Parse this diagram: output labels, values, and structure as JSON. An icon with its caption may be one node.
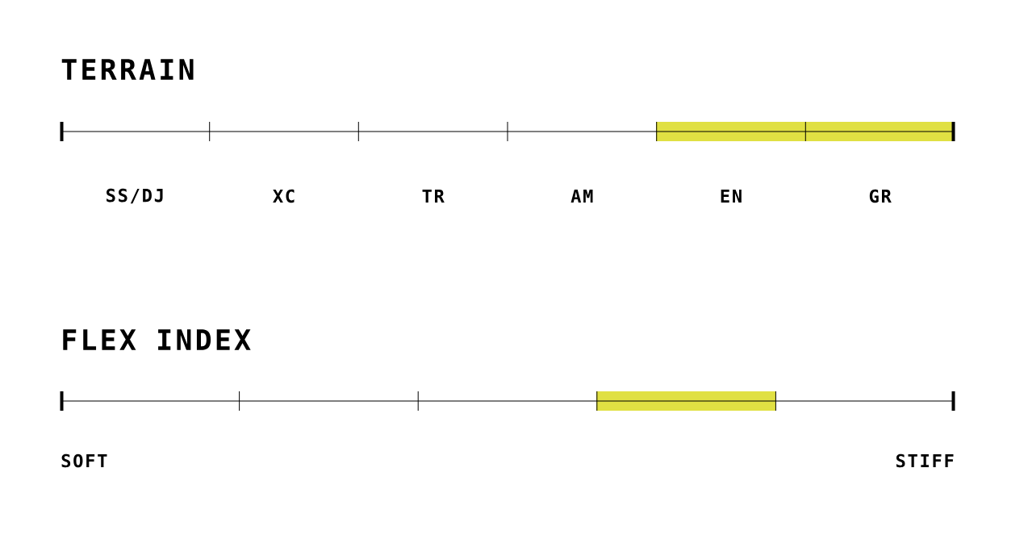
{
  "diagram": {
    "labels": [
      "TERRAIN",
      "SS/DJ",
      "XC",
      "TR",
      "AM",
      "EN",
      "GR",
      "FLEX INDEX",
      "SOFT",
      "STIFF"
    ]
  }
}
